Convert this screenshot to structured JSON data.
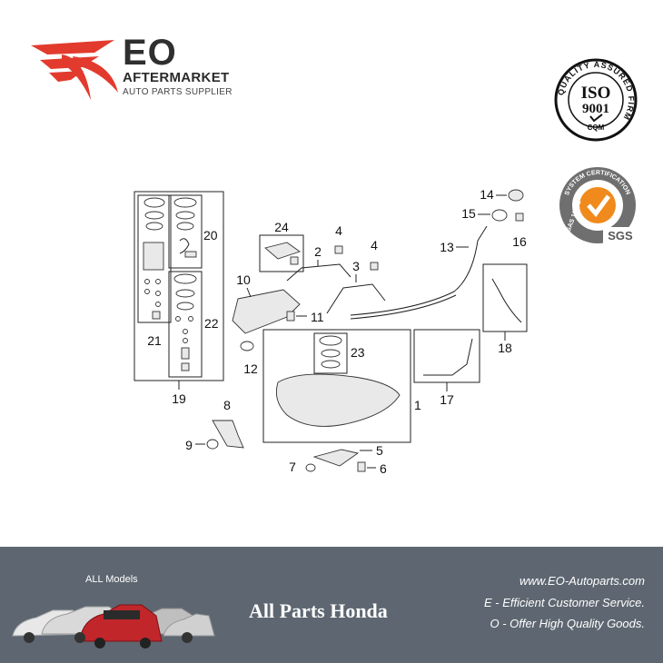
{
  "brand": {
    "name": "EO",
    "line1": "AFTERMARKET",
    "line2": "AUTO PARTS SUPPLIER",
    "accent": "#e23b2e"
  },
  "certs": {
    "iso": {
      "ring_text": "QUALITY ASSURED FIRM",
      "main": "ISO",
      "number": "9001",
      "sub": "CQM"
    },
    "sgs": {
      "ring_text": "SYSTEM CERTIFICATION",
      "side_text": "OHSAS 18001",
      "mark": "SGS",
      "accent": "#f08a1c"
    }
  },
  "diagram": {
    "callouts": [
      "1",
      "2",
      "3",
      "4",
      "4",
      "5",
      "6",
      "7",
      "8",
      "9",
      "10",
      "11",
      "12",
      "13",
      "14",
      "15",
      "16",
      "17",
      "18",
      "19",
      "20",
      "21",
      "22",
      "23",
      "24"
    ]
  },
  "footer": {
    "models_label": "ALL Models",
    "tagline": "All Parts Honda",
    "website": "www.EO-Autoparts.com",
    "slogan_e": "E - Efficient Customer Service.",
    "slogan_o": "O - Offer High Quality Goods.",
    "background": "#5e6771"
  }
}
